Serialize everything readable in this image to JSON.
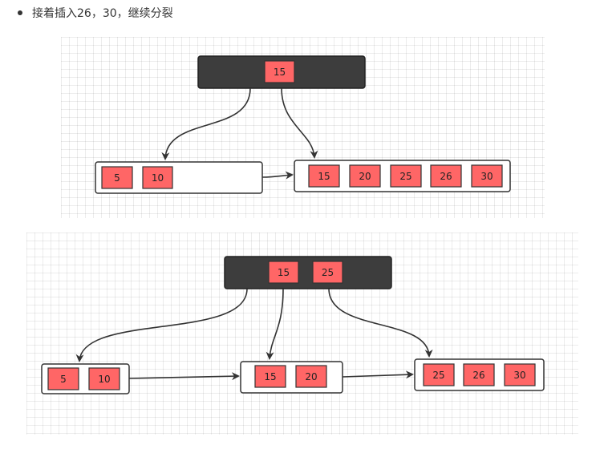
{
  "heading": {
    "bullet_text": "接着插入26，30，继续分裂"
  },
  "colors": {
    "root_fill": "#3d3d3d",
    "key_fill": "#ff6666",
    "key_border": "#333333",
    "node_border": "#333333",
    "edge": "#333333"
  },
  "diagram_before": {
    "root_keys": [
      "15"
    ],
    "left_leaf_keys": [
      "5",
      "10"
    ],
    "right_leaf_keys": [
      "15",
      "20",
      "25",
      "26",
      "30"
    ]
  },
  "diagram_after": {
    "root_keys": [
      "15",
      "25"
    ],
    "leaf1_keys": [
      "5",
      "10"
    ],
    "leaf2_keys": [
      "15",
      "20"
    ],
    "leaf3_keys": [
      "25",
      "26",
      "30"
    ]
  }
}
